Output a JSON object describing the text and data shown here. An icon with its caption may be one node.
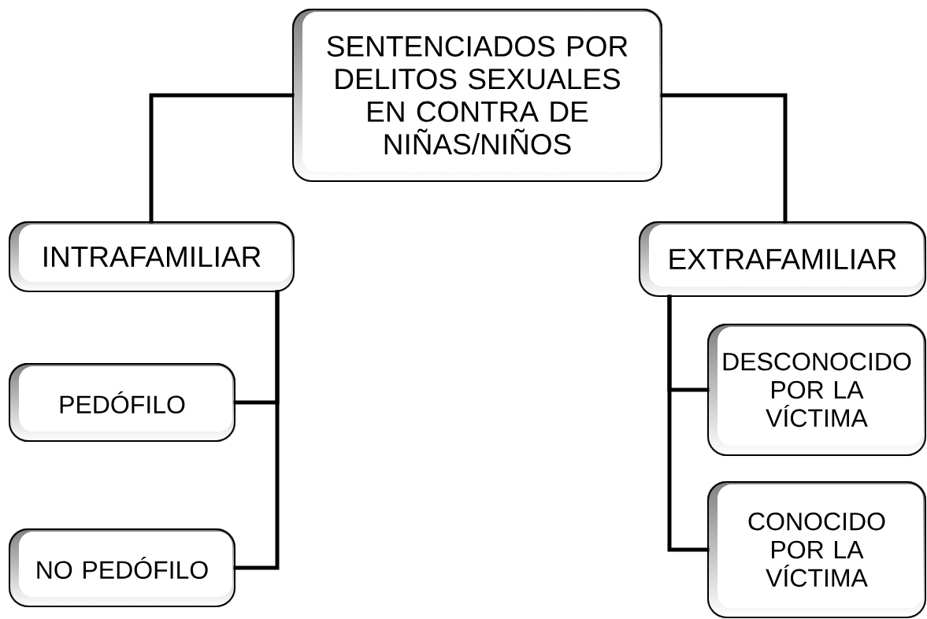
{
  "diagram": {
    "nodes": [
      {
        "text": [
          "SENTENCIADOS POR DELITOS SEXUALES EN CONTRA DE NIÑAS/NIÑOS"
        ]
      },
      {
        "text": [
          "INTRAFAMILIAR"
        ]
      },
      {
        "text": [
          "EXTRAFAMILIAR"
        ]
      },
      {
        "text": [
          "PEDÓFILO"
        ]
      },
      {
        "text": [
          "NO PEDÓFILO"
        ]
      },
      {
        "text": [
          "DESCONOCIDO POR LA VÍCTIMA"
        ]
      },
      {
        "text": [
          "CONOCIDO POR LA VÍCTIMA"
        ]
      }
    ],
    "edges": [
      {
        "from": 0,
        "to": 1,
        "arrow": "none"
      },
      {
        "from": 0,
        "to": 2,
        "arrow": "none"
      },
      {
        "from": 1,
        "to": 3,
        "arrow": "none"
      },
      {
        "from": 1,
        "to": 4,
        "arrow": "none"
      },
      {
        "from": 2,
        "to": 5,
        "arrow": "none"
      },
      {
        "from": 2,
        "to": 6,
        "arrow": "none"
      }
    ]
  }
}
